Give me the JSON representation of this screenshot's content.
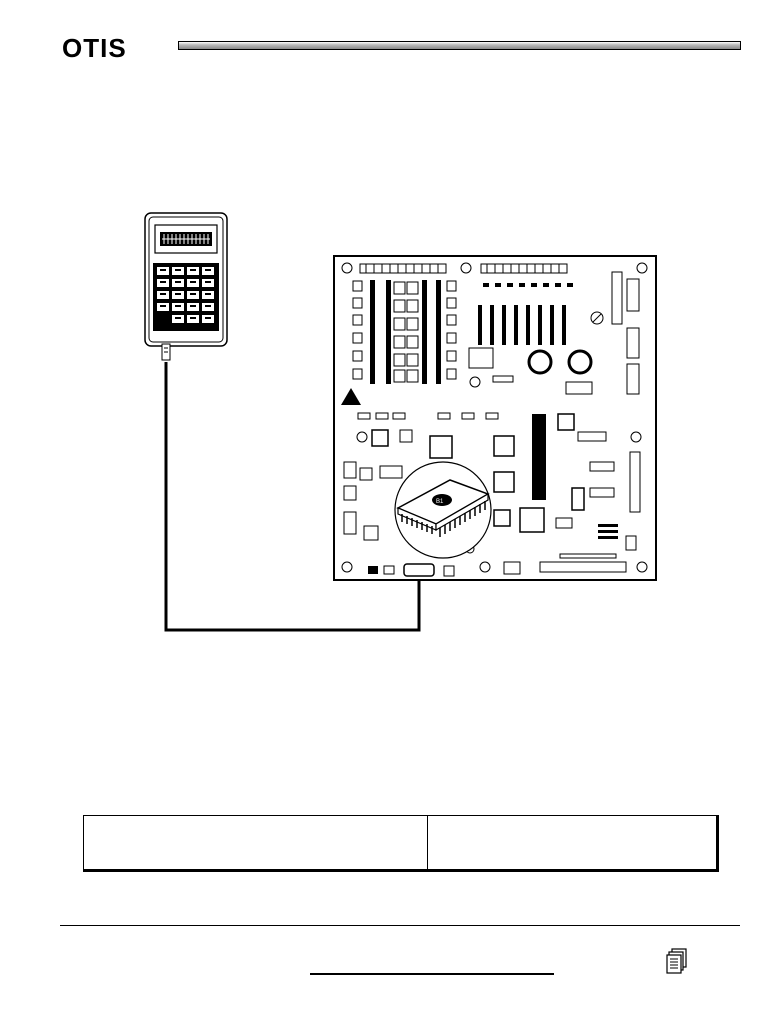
{
  "header": {
    "logo_text": "OTIS"
  },
  "diagram": {
    "devices": [
      "service-tool",
      "controller-board"
    ],
    "chip_label": "B1"
  },
  "table": {
    "rows": [
      [
        "",
        ""
      ]
    ]
  },
  "footer": {
    "icon": "document-stack-icon"
  }
}
